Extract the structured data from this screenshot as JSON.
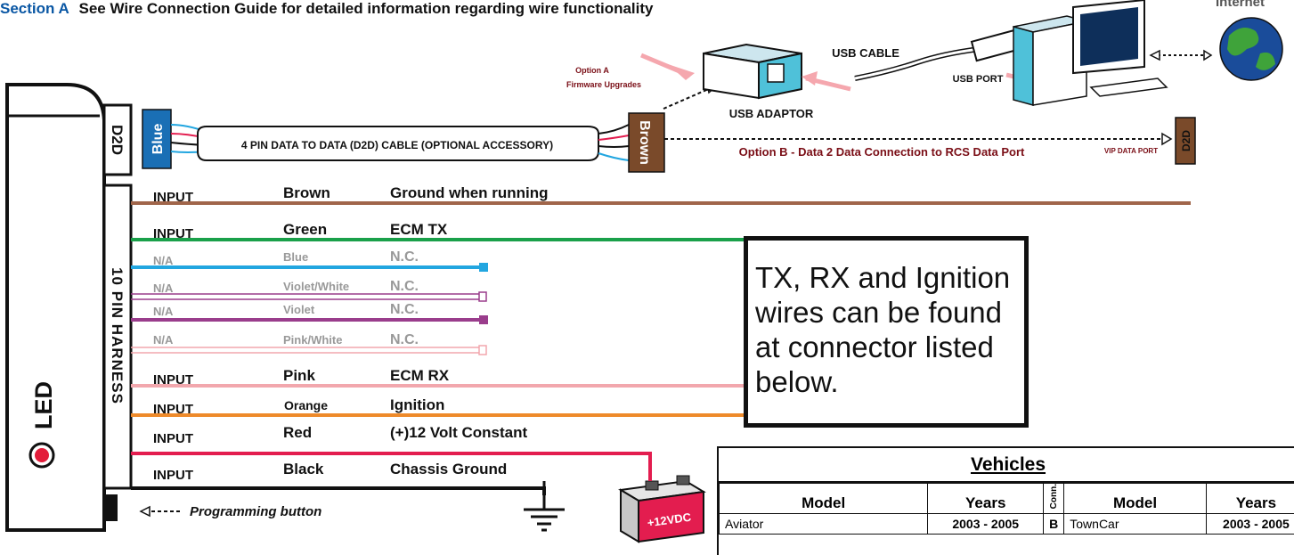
{
  "header": {
    "section_label": "Section A",
    "title": "See Wire Connection Guide for detailed information regarding wire functionality",
    "internet_label": "Internet"
  },
  "module": {
    "led_label": "LED",
    "d2d_label": "D2D",
    "harness_label": "10 PIN HARNESS",
    "programming_label": "Programming button"
  },
  "d2d_cable": {
    "blue_label": "Blue",
    "brown_label": "Brown",
    "cable_label": "4 PIN DATA TO DATA (D2D) CABLE (OPTIONAL ACCESSORY)",
    "usb_adaptor": "USB ADAPTOR",
    "usb_cable": "USB CABLE",
    "usb_port": "USB PORT",
    "option_a_1": "Option A",
    "option_a_2": "Firmware Upgrades",
    "option_b": "Option B - Data 2 Data Connection to RCS Data Port",
    "vip_port": "VIP DATA PORT",
    "d2d_port": "D2D"
  },
  "wires": [
    {
      "type": "INPUT",
      "color_name": "Brown",
      "function": "Ground when running",
      "hex": "#a0654a",
      "active": true
    },
    {
      "type": "INPUT",
      "color_name": "Green",
      "function": "ECM TX",
      "hex": "#1aa04a",
      "active": true
    },
    {
      "type": "N/A",
      "color_name": "Blue",
      "function": "N.C.",
      "hex": "#22a6e0",
      "active": false
    },
    {
      "type": "N/A",
      "color_name": "Violet/White",
      "function": "N.C.",
      "hex": "#9a3d8c",
      "active": false
    },
    {
      "type": "N/A",
      "color_name": "Violet",
      "function": "N.C.",
      "hex": "#9a3d8c",
      "active": false
    },
    {
      "type": "N/A",
      "color_name": "Pink/White",
      "function": "N.C.",
      "hex": "#f2a7ad",
      "active": false
    },
    {
      "type": "INPUT",
      "color_name": "Pink",
      "function": "ECM RX",
      "hex": "#f2a7ad",
      "active": true
    },
    {
      "type": "INPUT",
      "color_name": "Orange",
      "function": "Ignition",
      "hex": "#ee8a2a",
      "active": true
    },
    {
      "type": "INPUT",
      "color_name": "Red",
      "function": "(+)12 Volt Constant",
      "hex": "#e31d4f",
      "active": true
    },
    {
      "type": "INPUT",
      "color_name": "Black",
      "function": "Chassis Ground",
      "hex": "#111111",
      "active": true
    }
  ],
  "battery_label": "+12VDC",
  "note": "TX, RX and Ignition wires can be found at connector listed below.",
  "vehicles": {
    "title": "Vehicles",
    "col_model": "Model",
    "col_years": "Years",
    "col_conn": "Conn.",
    "rows": [
      {
        "model": "Aviator",
        "years": "2003 - 2005",
        "conn": "B",
        "model2": "TownCar",
        "years2": "2003 - 2005"
      }
    ]
  }
}
